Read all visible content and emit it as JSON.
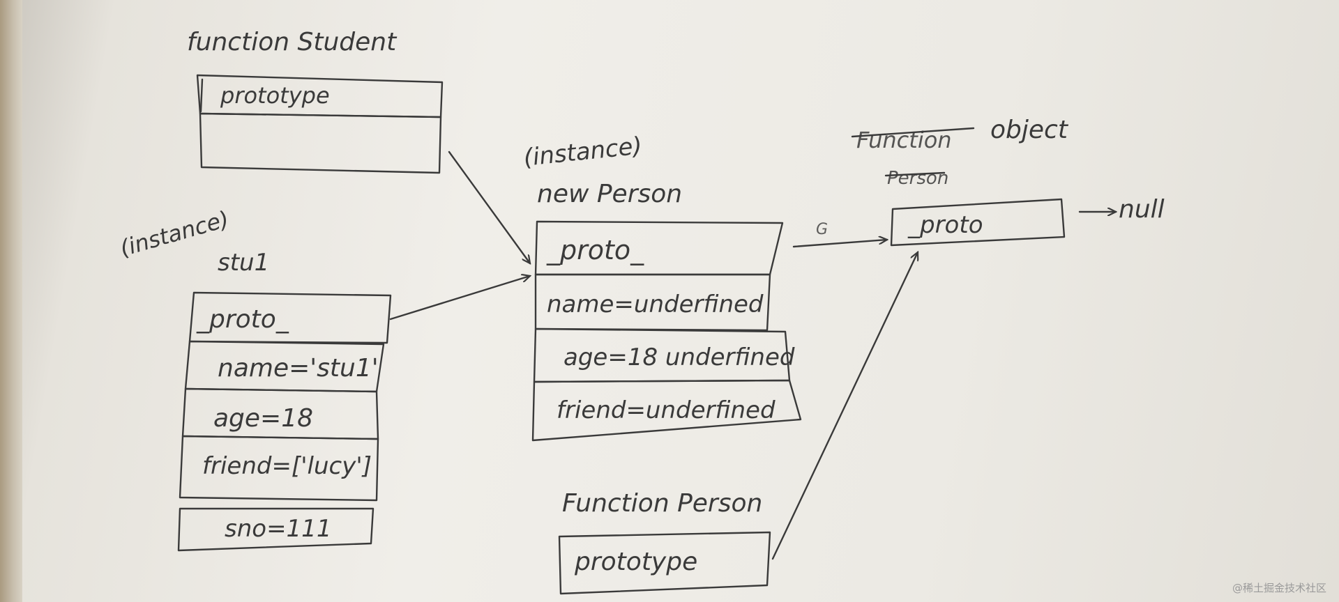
{
  "student_fn": {
    "title": "function Student",
    "slot": "prototype"
  },
  "stu1": {
    "tag": "(instance)",
    "name": "stu1",
    "rows": [
      "_proto_",
      "name='stu1'",
      "age=18",
      "friend=['lucy']",
      "sno=111"
    ]
  },
  "person_instance": {
    "tag": "(instance)",
    "title": "new Person",
    "rows": [
      "_proto_",
      "name=underfined",
      "age=18 underfined",
      "friend=underfined"
    ]
  },
  "object_proto": {
    "title": "object",
    "crossed": [
      "Function",
      "Person"
    ],
    "slot": "_proto",
    "null_label": "null",
    "arrow_tag": "G"
  },
  "person_fn": {
    "title": "Function Person",
    "slot": "prototype"
  },
  "watermark": "@稀土掘金技术社区",
  "colors": {
    "ink": "#3a3a3a",
    "paper": "#eeece6"
  }
}
